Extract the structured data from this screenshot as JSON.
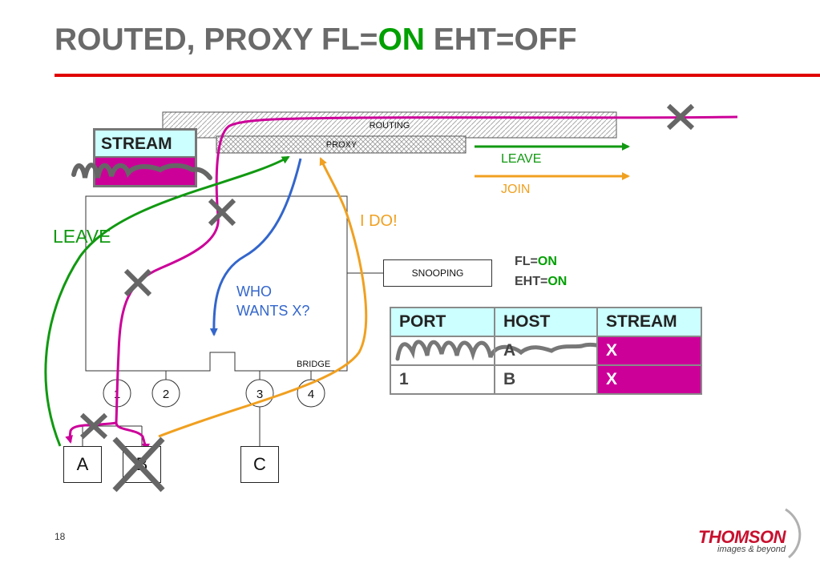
{
  "title": {
    "prefix": "ROUTED, PROXY FL=",
    "on": "ON",
    "suffix": " EHT=OFF"
  },
  "labels": {
    "routing": "ROUTING",
    "proxy": "PROXY",
    "bridge": "BRIDGE",
    "snooping": "SNOOPING",
    "stream_box": "STREAM",
    "leave_left": "LEAVE",
    "who_wants_line1": "WHO",
    "who_wants_line2": "WANTS X?",
    "i_do": "I DO!",
    "legend_leave": "LEAVE",
    "legend_join": "JOIN",
    "fl_prefix": "FL=",
    "fl_value": "ON",
    "eht_prefix": "EHT=",
    "eht_value": "ON"
  },
  "ports": [
    "1",
    "2",
    "3",
    "4"
  ],
  "hosts": [
    "A",
    "B",
    "C"
  ],
  "table": {
    "headers": [
      "PORT",
      "HOST",
      "STREAM"
    ],
    "rows": [
      [
        "",
        "A",
        "X"
      ],
      [
        "1",
        "B",
        "X"
      ]
    ]
  },
  "colors": {
    "title_gray": "#6a6a6a",
    "on_green": "#00a000",
    "rule_red": "#e00000",
    "stream_magenta": "#cc0099",
    "leave_green": "#119911",
    "join_orange": "#f0a020",
    "query_blue": "#3366cc",
    "header_cyan": "#ccffff"
  },
  "icons": [
    "cross-out-mark-icon",
    "scribble-strikeout-icon"
  ],
  "footer": {
    "page_number": "18",
    "logo_brand": "THOMSON",
    "logo_tagline": "images & beyond"
  }
}
